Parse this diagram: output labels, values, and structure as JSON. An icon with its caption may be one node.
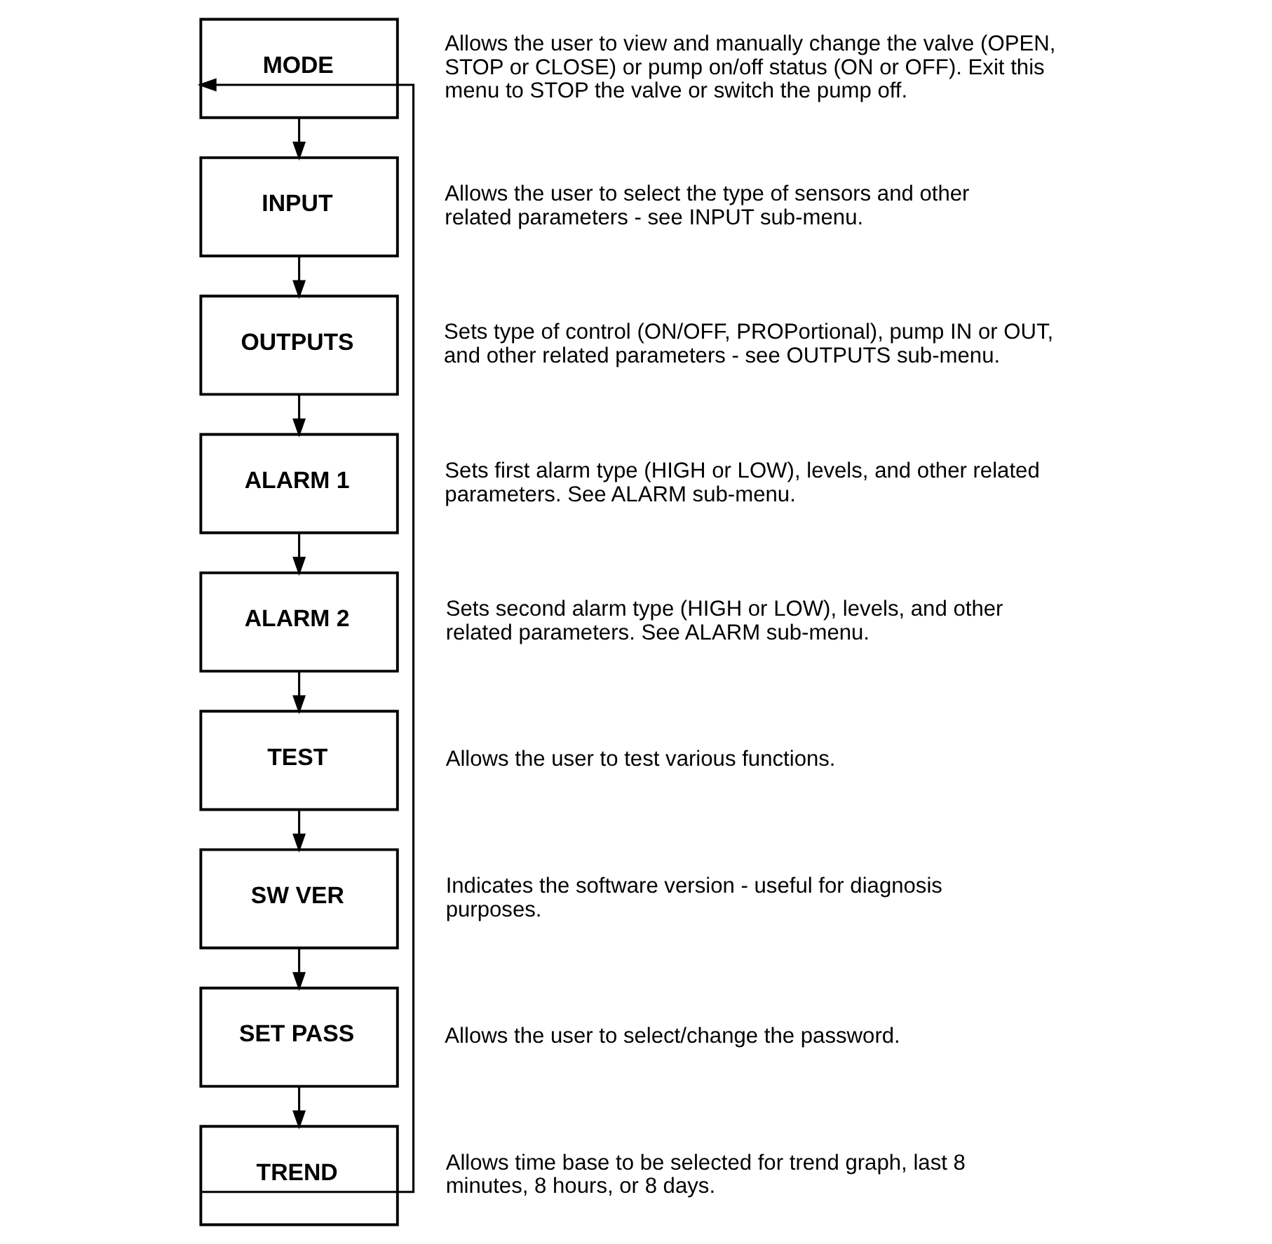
{
  "diagram": {
    "nodes": [
      {
        "text": [
          "MODE"
        ],
        "beside": [
          "Allows the user to view and manually change the valve (OPEN, STOP or CLOSE) or pump on/off status (ON or OFF). Exit this menu to STOP the valve or switch the pump off."
        ]
      },
      {
        "text": [
          "INPUT"
        ],
        "beside": [
          "Allows the user to select the type of sensors and other related parameters - see INPUT sub-menu."
        ]
      },
      {
        "text": [
          "OUTPUTS"
        ],
        "beside": [
          "Sets type of control (ON/OFF, PROPortional), pump IN or OUT, and other related parameters - see OUTPUTS sub-menu."
        ]
      },
      {
        "text": [
          "ALARM 1"
        ],
        "beside": [
          "Sets first alarm type (HIGH or LOW), levels, and other related parameters. See ALARM sub-menu."
        ]
      },
      {
        "text": [
          "ALARM 2"
        ],
        "beside": [
          "Sets second alarm type (HIGH or LOW), levels, and other related parameters. See ALARM sub-menu."
        ]
      },
      {
        "text": [
          "TEST"
        ],
        "beside": [
          "Allows the user to test various functions."
        ]
      },
      {
        "text": [
          "SW VER"
        ],
        "beside": [
          "Indicates the software version - useful for diagnosis purposes."
        ]
      },
      {
        "text": [
          "SET PASS"
        ],
        "beside": [
          "Allows the user to select/change the password."
        ]
      },
      {
        "text": [
          "TREND"
        ],
        "beside": [
          "Allows time base to be selected for trend graph, last 8 minutes, 8 hours, or 8 days."
        ]
      }
    ],
    "edges": [
      {
        "from": 0,
        "to": 1,
        "arrow": "to"
      },
      {
        "from": 1,
        "to": 2,
        "arrow": "to"
      },
      {
        "from": 2,
        "to": 3,
        "arrow": "to"
      },
      {
        "from": 3,
        "to": 4,
        "arrow": "to"
      },
      {
        "from": 4,
        "to": 5,
        "arrow": "to"
      },
      {
        "from": 5,
        "to": 6,
        "arrow": "to"
      },
      {
        "from": 6,
        "to": 7,
        "arrow": "to"
      },
      {
        "from": 7,
        "to": 8,
        "arrow": "to"
      },
      {
        "from": 8,
        "to": 0,
        "arrow": "to"
      }
    ]
  }
}
